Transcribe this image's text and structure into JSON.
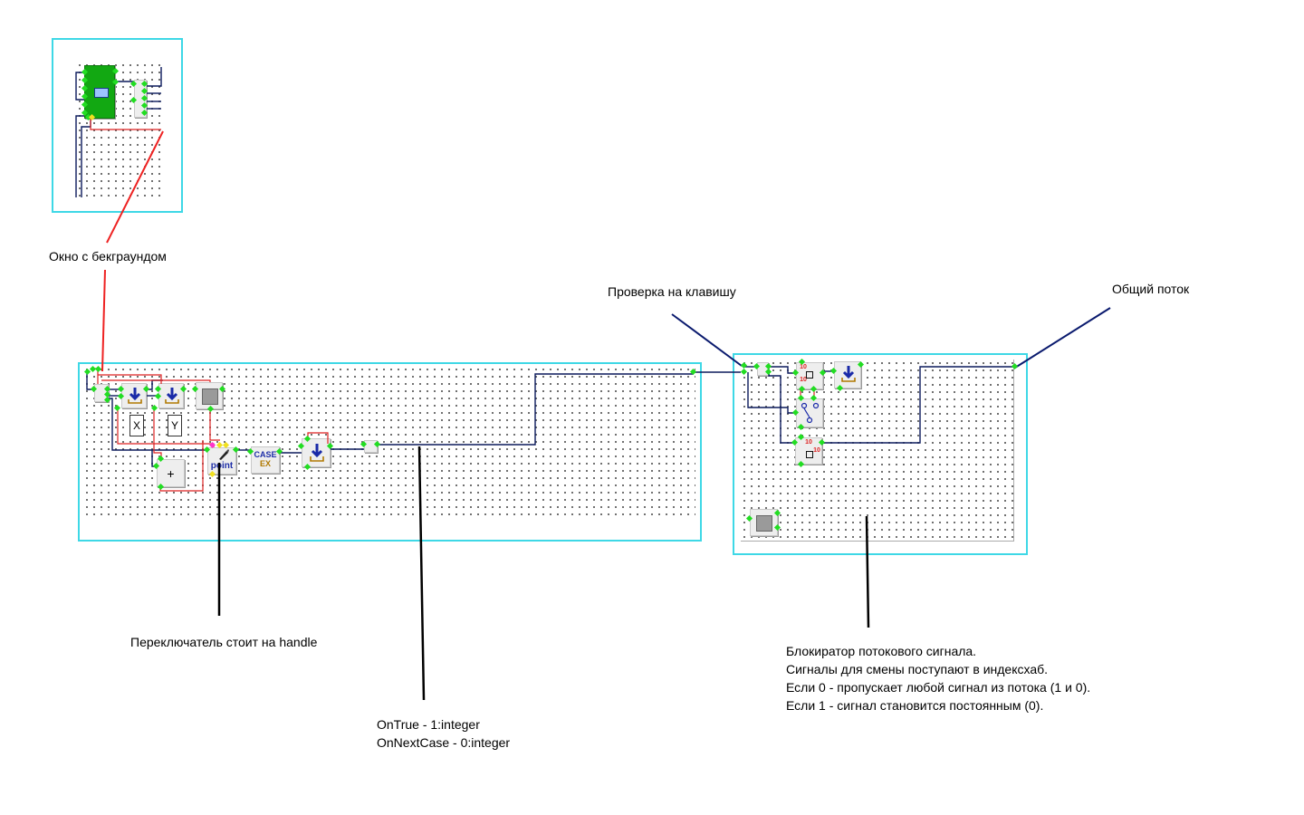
{
  "annotations": {
    "background_window": "Окно с бекграундом",
    "key_check": "Проверка на клавишу",
    "common_stream": "Общий поток",
    "switch_handle": "Переключатель стоит на handle",
    "ontrue": "OnTrue - 1:integer",
    "onnextcase": "OnNextCase - 0:integer",
    "blocker_lines": [
      "Блокиратор потокового сигнала.",
      "Сигналы для смены поступают в индексхаб.",
      "Если 0 - пропускает любой сигнал из потока (1 и 0).",
      "Если 1 - сигнал становится постоянным (0)."
    ]
  },
  "components": {
    "x_label": "X",
    "y_label": "Y",
    "plus_label": "+",
    "point_label": "point",
    "case_label": "CASE",
    "case_sub": "EX",
    "ten_label": "10"
  },
  "colors": {
    "frame": "#3ed8e6",
    "pointer_red": "#ee2222",
    "pointer_navy": "#0a1a6e",
    "wire_dark": "#0b1a5c",
    "wire_red": "#dd2222",
    "pin_green": "#22dd22",
    "component_green": "#12a812"
  }
}
